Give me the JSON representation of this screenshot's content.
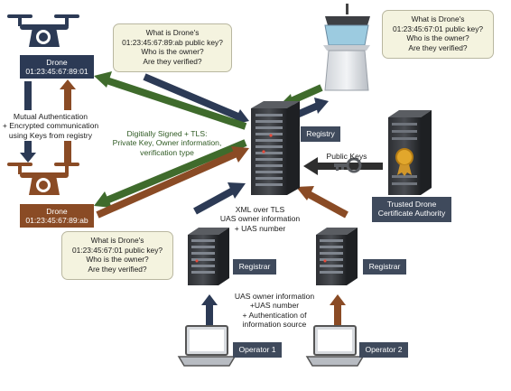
{
  "drone_top": {
    "label": "Drone\n01:23:45:67:89:01"
  },
  "drone_bottom": {
    "label": "Drone\n01:23:45:67:89:ab"
  },
  "mutual_auth": {
    "text": "Mutual Authentication\n+ Encrypted communication\nusing Keys from registry"
  },
  "bubble_top": {
    "text": "What is Drone's\n01:23:45:67:89:ab public key?\nWho is the owner?\nAre they verified?"
  },
  "bubble_right": {
    "text": "What is Drone's\n01:23:45:67:01 public key?\nWho is the owner?\nAre they verified?"
  },
  "bubble_bottom": {
    "text": "What is Drone's\n01:23:45:67:01 public key?\nWho is the owner?\nAre they verified?"
  },
  "signed_note": {
    "text": "Digitially Signed + TLS:\nPrivate Key, Owner information,\nverification type"
  },
  "registry": {
    "label": "Registry"
  },
  "public_keys": {
    "label": "Public Keys"
  },
  "ca": {
    "label": "Trusted Drone\nCertificate Authority"
  },
  "xml_note": {
    "text": "XML over TLS\nUAS owner information\n+ UAS number"
  },
  "registrar_left": {
    "label": "Registrar"
  },
  "registrar_right": {
    "label": "Registrar"
  },
  "owner_note": {
    "text": "UAS owner information\n+UAS number\n+ Authentication of\ninformation source"
  },
  "operator1": {
    "label": "Operator 1"
  },
  "operator2": {
    "label": "Operator 2"
  },
  "colors": {
    "navy": "#2c3a55",
    "rust": "#8a4b25",
    "green": "#2f5a23",
    "bubble": "#f4f3df"
  }
}
